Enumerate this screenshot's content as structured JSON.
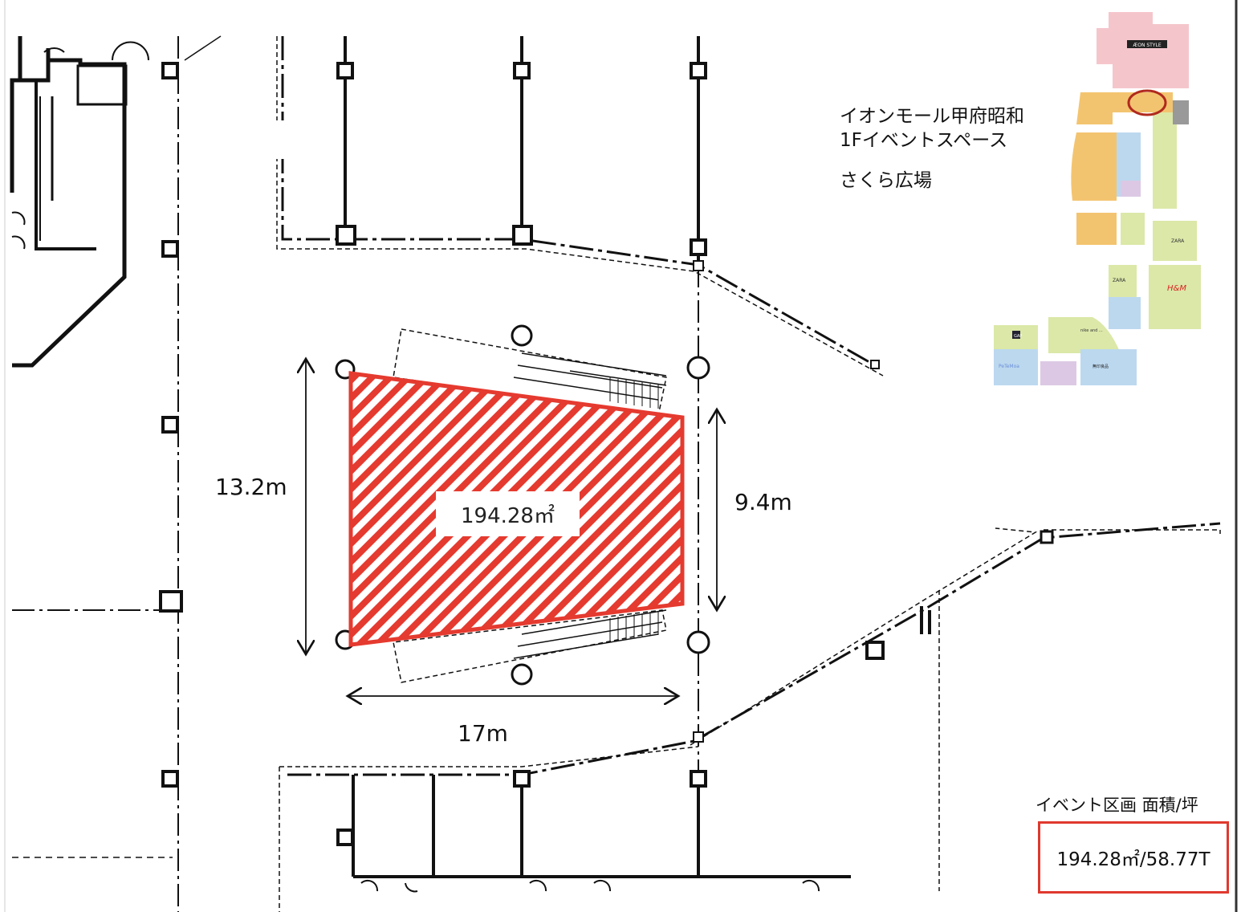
{
  "title": {
    "line1": "イオンモール甲府昭和",
    "line2": "1Fイベントスペース",
    "line3": "さくら広場"
  },
  "event_area": {
    "area_label": "194.28㎡",
    "fill_color": "#e53a2f",
    "dimensions": {
      "left_height": "13.2m",
      "right_height": "9.4m",
      "width": "17m"
    }
  },
  "summary": {
    "heading": "イベント区画 面積/坪",
    "value": "194.28㎡/58.77T",
    "border_color": "#e0392e"
  },
  "minimap": {
    "labels": [
      "ÆON STYLE",
      "ZARA",
      "ZARA",
      "H&M",
      "nike and ...",
      "GAP",
      "PeTeMoa",
      "無印良品"
    ],
    "marker_color": "#b02a1e",
    "colors": {
      "anchor": "#f4c6cc",
      "orange": "#f3c46f",
      "green": "#dbe8a8",
      "blue": "#bcd8ef",
      "purple": "#dcc8e4"
    }
  }
}
